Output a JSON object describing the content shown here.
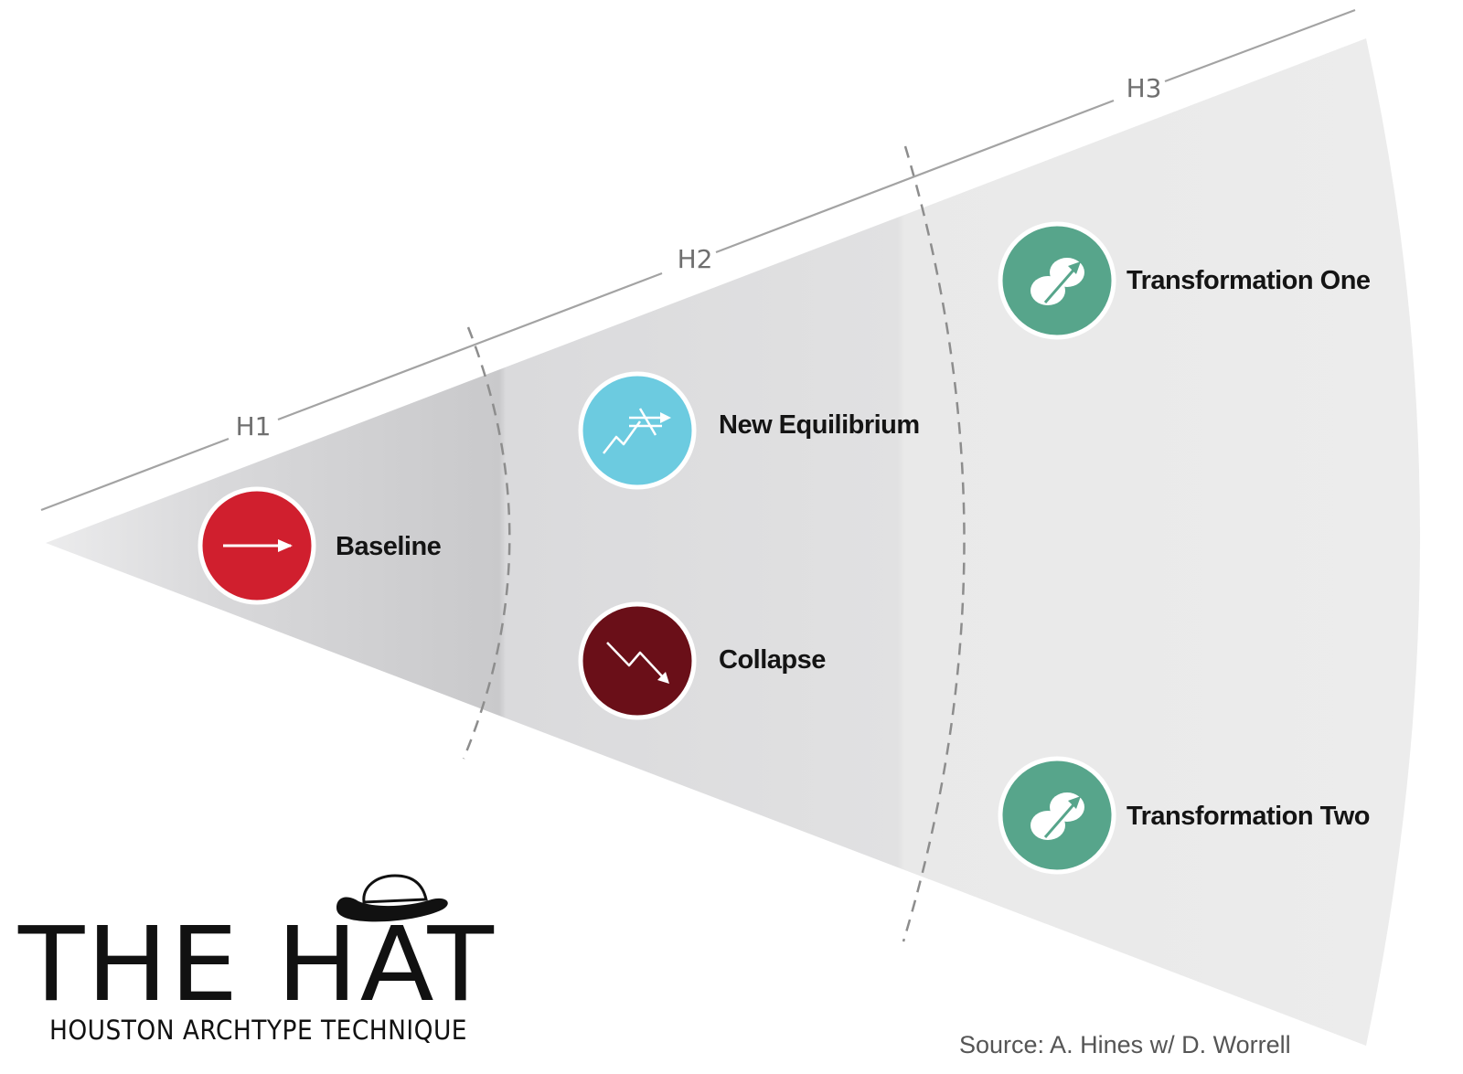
{
  "horizons": [
    {
      "id": "h1",
      "label": "H1"
    },
    {
      "id": "h2",
      "label": "H2"
    },
    {
      "id": "h3",
      "label": "H3"
    }
  ],
  "nodes": [
    {
      "id": "baseline",
      "label": "Baseline",
      "color": "#d01f2e",
      "icon": "right-arrow-icon"
    },
    {
      "id": "new-equilibrium",
      "label": "New Equilibrium",
      "color": "#6ccbe0",
      "icon": "equilibrium-icon"
    },
    {
      "id": "collapse",
      "label": "Collapse",
      "color": "#6a0f18",
      "icon": "falling-arrow-icon"
    },
    {
      "id": "transformation-one",
      "label": "Transformation One",
      "color": "#57a58b",
      "icon": "transformation-icon"
    },
    {
      "id": "transformation-two",
      "label": "Transformation Two",
      "color": "#57a58b",
      "icon": "transformation-icon"
    }
  ],
  "branding": {
    "title": "THE HAT",
    "subtitle": "HOUSTON ARCHTYPE TECHNIQUE",
    "logo_icon": "cowboy-hat-icon"
  },
  "source": "Source: A. Hines w/ D. Worrell"
}
